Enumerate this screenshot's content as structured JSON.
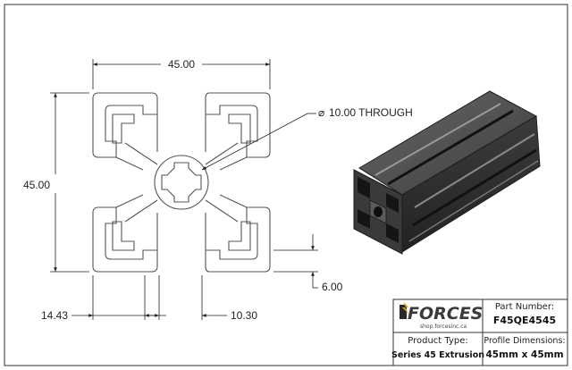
{
  "drawing": {
    "dimensions": {
      "width": "45.00",
      "height": "45.00",
      "hole": "10.00 THROUGH",
      "hole_symbol": "⌀",
      "slot_depth": "6.00",
      "left_offset": "14.43",
      "slot_width": "10.30"
    }
  },
  "title_block": {
    "logo": "FORCES",
    "logo_url": "shop.forcesinc.ca",
    "part_number_label": "Part Number:",
    "part_number": "F45QE4545",
    "product_type_label": "Product Type:",
    "product_type": "Series 45 Extrusion",
    "profile_dimensions_label": "Profile Dimensions:",
    "profile_dimensions": "45mm x 45mm"
  },
  "colors": {
    "line": "#555555",
    "dim_line": "#222222",
    "render_dark": "#2c2c2c",
    "render_mid": "#4a4a4a",
    "render_light": "#8a8a8a",
    "logo_accent": "#e0a21a"
  }
}
